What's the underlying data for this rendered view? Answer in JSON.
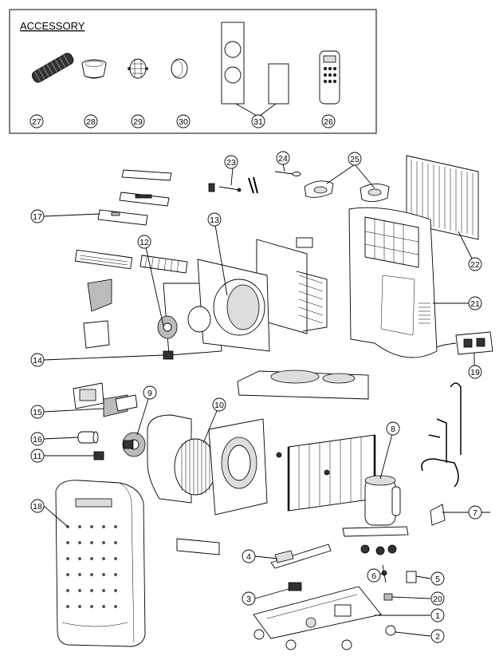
{
  "accessory": {
    "title": "ACCESSORY",
    "items": [
      {
        "num": "27",
        "part": "flexible-duct"
      },
      {
        "num": "28",
        "part": "duct-adapter"
      },
      {
        "num": "29",
        "part": "round-grille"
      },
      {
        "num": "30",
        "part": "ring-connector"
      },
      {
        "num": "31",
        "part": "window-panels"
      },
      {
        "num": "26",
        "part": "remote-control"
      }
    ]
  },
  "callouts": [
    "1",
    "2",
    "3",
    "4",
    "5",
    "6",
    "7",
    "8",
    "9",
    "10",
    "11",
    "12",
    "13",
    "14",
    "15",
    "16",
    "17",
    "18",
    "19",
    "20",
    "21",
    "22",
    "23",
    "24",
    "25"
  ]
}
